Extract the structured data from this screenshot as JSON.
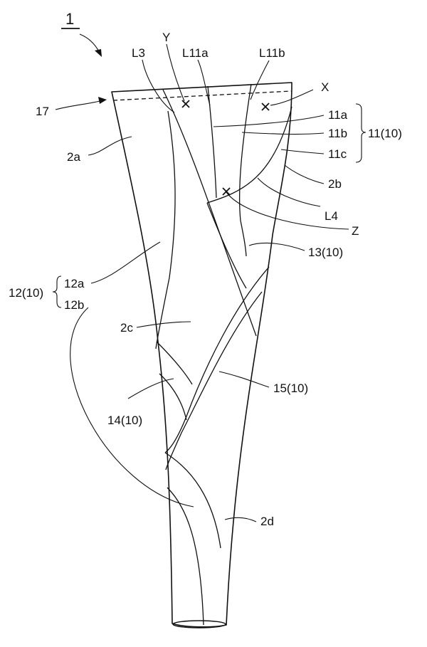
{
  "figure_number": "1",
  "labels": {
    "n17": "17",
    "n2a": "2a",
    "n2b": "2b",
    "n2c": "2c",
    "n2d": "2d",
    "L3": "L3",
    "Y": "Y",
    "L11a": "L11a",
    "L11b": "L11b",
    "X": "X",
    "n11a": "11a",
    "n11b": "11b",
    "n11c": "11c",
    "n11": "11(10)",
    "L4": "L4",
    "Z": "Z",
    "n13": "13(10)",
    "n12": "12(10)",
    "n12a": "12a",
    "n12b": "12b",
    "n14": "14(10)",
    "n15": "15(10)"
  }
}
